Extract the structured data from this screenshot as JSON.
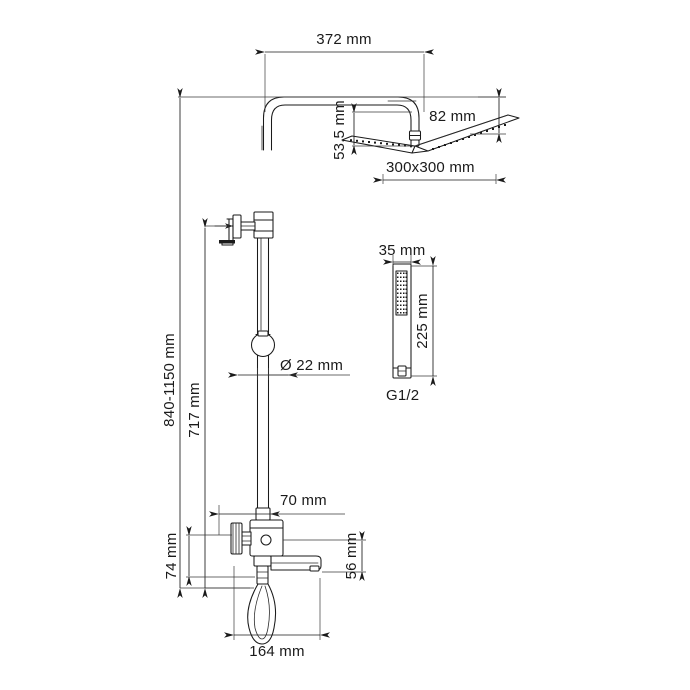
{
  "drawing": {
    "title": "Shower column technical dimension drawing",
    "units": "mm",
    "background_color": "#ffffff",
    "line_color": "#1a1a1a",
    "text_color": "#1a1a1a",
    "dimensions": {
      "overhead_arm_reach": "372 mm",
      "head_offset_height": "82 mm",
      "head_drop": "53.5 mm",
      "head_size": "300x300 mm",
      "riser_adjust_range": "840-1150 mm",
      "riser_height": "717 mm",
      "riser_tube_diameter": "Ø 22 mm",
      "handshower_width": "35 mm",
      "handshower_length": "225 mm",
      "handshower_thread": "G1/2",
      "valve_offset_from_wall": "70 mm",
      "valve_height_from_base": "74 mm",
      "spout_height": "56 mm",
      "base_width": "164 mm"
    }
  }
}
